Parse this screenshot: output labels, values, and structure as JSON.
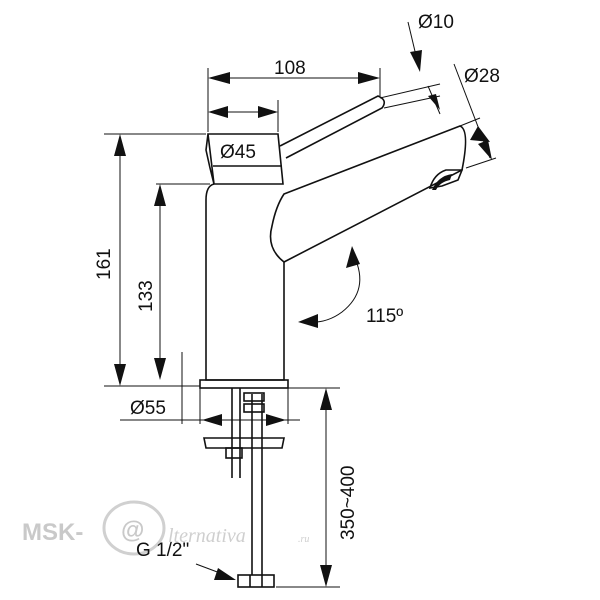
{
  "dimensions": {
    "spout_length": "108",
    "lever_diameter": "Ø10",
    "spout_diameter": "Ø28",
    "handle_diameter": "Ø45",
    "total_height": "161",
    "body_height": "133",
    "rotation_angle": "115º",
    "base_diameter": "Ø55",
    "hose_length": "350~400",
    "thread": "G 1/2\""
  },
  "watermark": {
    "left": "MSK-",
    "at": "@",
    "right": "lternativa",
    "tld": ".ru"
  }
}
